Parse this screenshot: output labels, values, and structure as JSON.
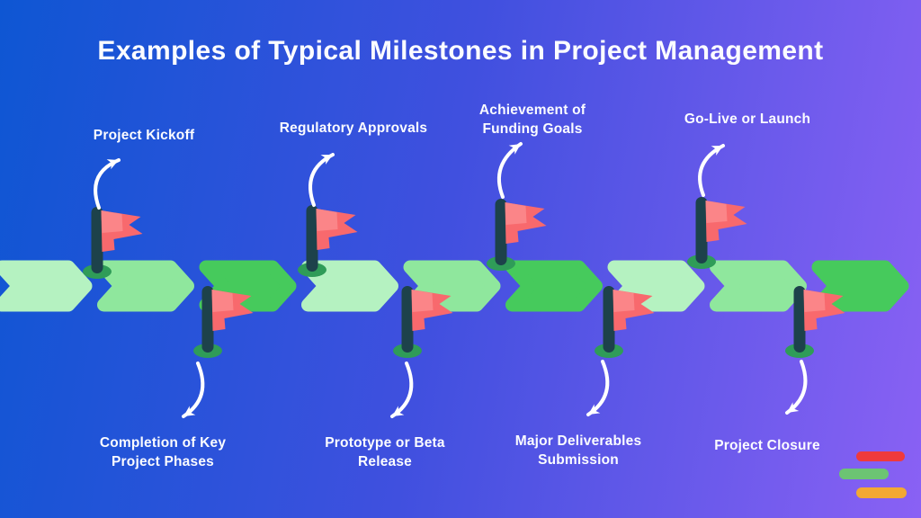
{
  "title": "Examples of Typical Milestones in Project Management",
  "milestones": [
    {
      "label": "Project Kickoff",
      "line1": "Project Kickoff",
      "line2": "",
      "position": "top"
    },
    {
      "label": "Completion of Key Project Phases",
      "line1": "Completion of Key",
      "line2": "Project Phases",
      "position": "bottom"
    },
    {
      "label": "Regulatory Approvals",
      "line1": "Regulatory Approvals",
      "line2": "",
      "position": "top"
    },
    {
      "label": "Prototype or Beta Release",
      "line1": "Prototype or Beta",
      "line2": "Release",
      "position": "bottom"
    },
    {
      "label": "Achievement of Funding Goals",
      "line1": "Achievement of",
      "line2": "Funding Goals",
      "position": "top"
    },
    {
      "label": "Major Deliverables Submission",
      "line1": "Major Deliverables",
      "line2": "Submission",
      "position": "bottom"
    },
    {
      "label": "Go-Live or Launch",
      "line1": "Go-Live or Launch",
      "line2": "",
      "position": "top"
    },
    {
      "label": "Project Closure",
      "line1": "Project Closure",
      "line2": "",
      "position": "bottom"
    }
  ],
  "timeline": {
    "segment_count": 9,
    "segment_color_cycle": [
      "#b5f2c1",
      "#8fe79d",
      "#46ca5c"
    ],
    "direction": "left-to-right"
  },
  "palette": {
    "background_left": "#0e56d3",
    "background_mid": "#4050df",
    "background_right": "#8a61f4",
    "flag_red": "#f8696d",
    "flag_red_light": "#fb8588",
    "pole_dark": "#1d424b",
    "base_green": "#2f9c58",
    "text_white": "#fbfcff",
    "arrow_white": "#ffffff"
  },
  "logo": {
    "bar_colors": [
      "#ef3a3c",
      "#6cc473",
      "#f3a833"
    ]
  }
}
